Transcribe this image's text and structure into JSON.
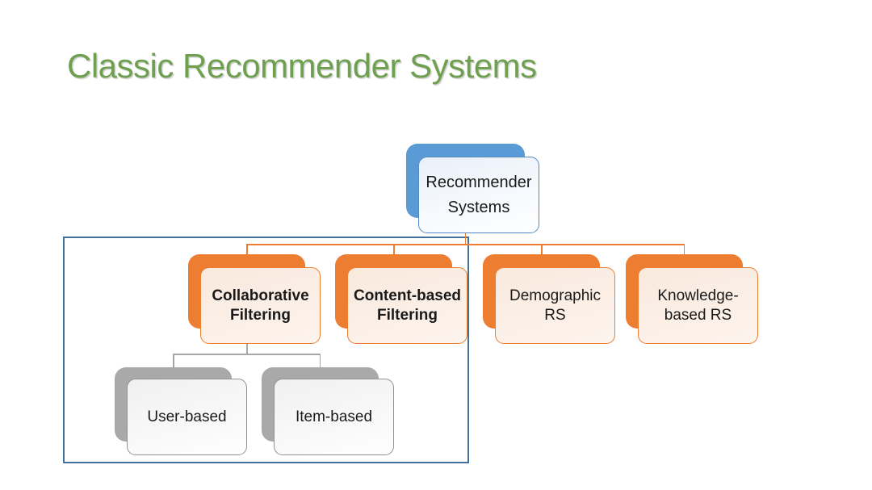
{
  "title": {
    "text": "Classic Recommender Systems"
  },
  "colors": {
    "title_green": "#6EA050",
    "root_blue": "#5B9BD5",
    "child_orange": "#ED7D31",
    "grandchild_gray": "#A9A9A9",
    "highlight_outline_blue": "#41719C",
    "connector_orange": "#ED7D31",
    "connector_gray": "#A6A6A6"
  },
  "nodes": {
    "root": {
      "line1": "Recommender",
      "line2": "Systems"
    },
    "collaborative": {
      "line1": "Collaborative",
      "line2": "Filtering"
    },
    "content": {
      "line1": "Content-based",
      "line2": "Filtering"
    },
    "demographic": {
      "line1": "Demographic",
      "line2": "RS"
    },
    "knowledge": {
      "line1": "Knowledge-",
      "line2": "based RS"
    },
    "user": {
      "line1": "User-based"
    },
    "item": {
      "line1": "Item-based"
    }
  },
  "hierarchy": {
    "root": "Recommender Systems",
    "root_children": [
      "Collaborative Filtering",
      "Content-based Filtering",
      "Demographic RS",
      "Knowledge-based RS"
    ],
    "collaborative_filtering_children": [
      "User-based",
      "Item-based"
    ],
    "highlighted_subtree": [
      "Collaborative Filtering",
      "Content-based Filtering",
      "User-based",
      "Item-based"
    ]
  }
}
